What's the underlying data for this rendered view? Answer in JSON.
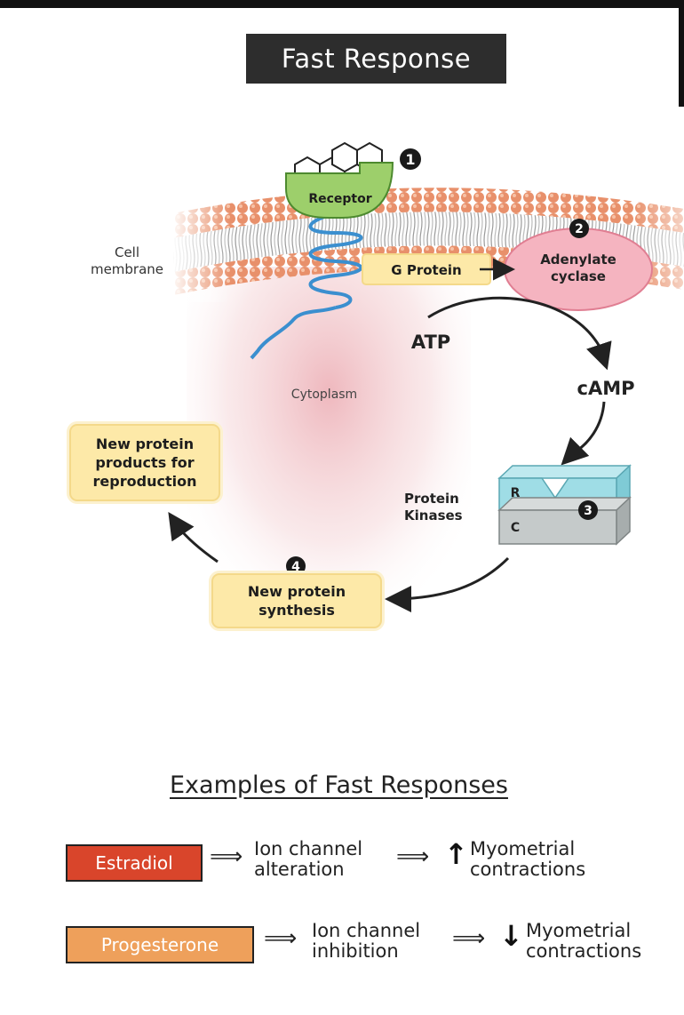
{
  "title": "Fast Response",
  "diagram": {
    "receptor": "Receptor",
    "g_protein": "G Protein",
    "adenylate_cyclase": "Adenylate cyclase",
    "cell_membrane": "Cell membrane",
    "atp": "ATP",
    "camp": "cAMP",
    "cytoplasm": "Cytoplasm",
    "protein_kinases": "Protein Kinases",
    "kinase_r": "R",
    "kinase_c": "C",
    "new_protein_products": "New protein products for reproduction",
    "new_protein_synthesis": "New protein synthesis",
    "step_numbers": [
      "1",
      "2",
      "3",
      "4"
    ]
  },
  "examples": {
    "title": "Examples of Fast Responses",
    "rows": [
      {
        "hormone": "Estradiol",
        "hormone_color": "#d9452b",
        "step1": "Ion channel alteration",
        "direction": "↑",
        "effect": "Myometrial contractions"
      },
      {
        "hormone": "Progesterone",
        "hormone_color": "#eea05b",
        "step1": "Ion channel inhibition",
        "direction": "↓",
        "effect": "Myometrial contractions"
      }
    ]
  }
}
